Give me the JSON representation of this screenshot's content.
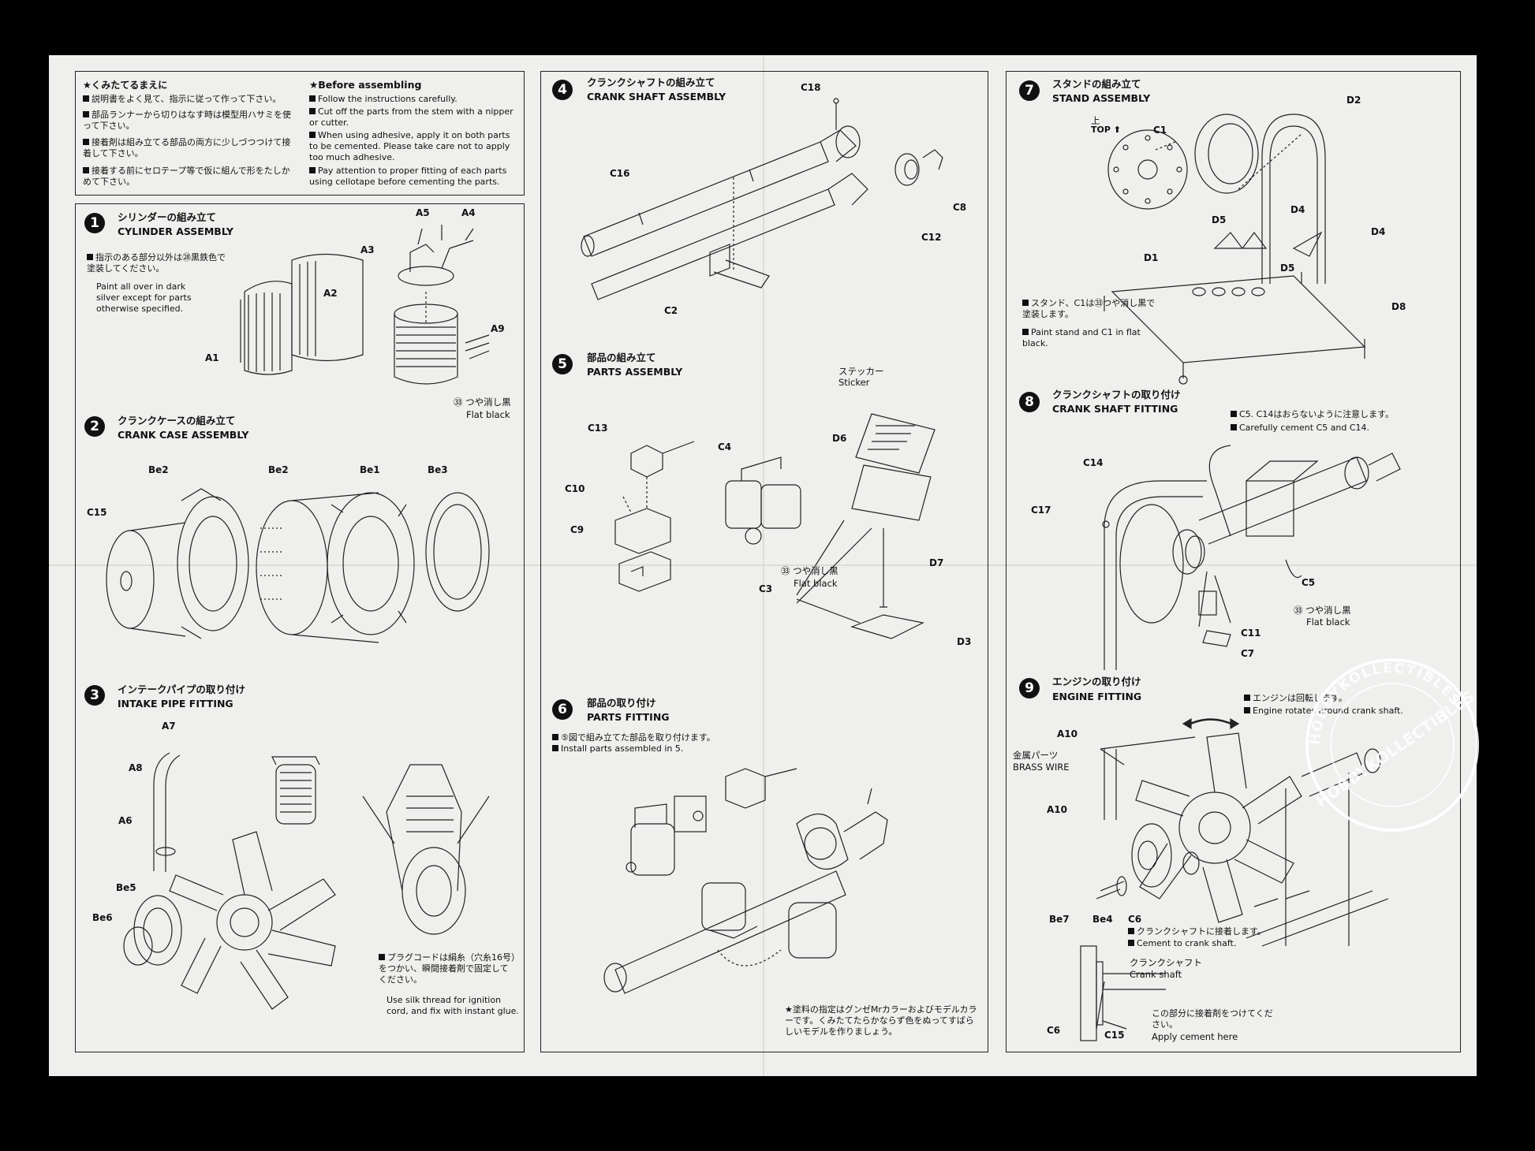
{
  "before_jp": {
    "title": "★くみたてるまえに",
    "items": [
      "説明書をよく見て、指示に従って作って下さい。",
      "部品ランナーから切りはなす時は模型用ハサミを使って下さい。",
      "接着剤は組み立てる部品の両方に少しづつつけて接着して下さい。",
      "接着する前にセロテープ等で仮に組んで形をたしかめて下さい。"
    ]
  },
  "before_en": {
    "title": "★Before assembling",
    "items": [
      "Follow the instructions carefully.",
      "Cut off the parts from the stem with a nipper or cutter.",
      "When using adhesive, apply it on both parts to be cemented. Please take care not to apply too much adhesive.",
      "Pay attention to proper fitting of each parts using cellotape before cementing the parts."
    ]
  },
  "steps": {
    "s1": {
      "num": "1",
      "jp": "シリンダーの組み立て",
      "en": "CYLINDER ASSEMBLY",
      "note_jp": "指示のある部分以外は㉘黒鉄色で塗装してください。",
      "note_en": "Paint all over in dark silver except for parts otherwise specified.",
      "paint_jp": "㉝ つや消し黒",
      "paint_en": "Flat black",
      "labels": [
        "A5",
        "A4",
        "A3",
        "A2",
        "A1",
        "A9"
      ]
    },
    "s2": {
      "num": "2",
      "jp": "クランクケースの組み立て",
      "en": "CRANK CASE ASSEMBLY",
      "labels": [
        "Be2",
        "Be2",
        "Be1",
        "Be3",
        "C15"
      ]
    },
    "s3": {
      "num": "3",
      "jp": "インテークパイプの取り付け",
      "en": "INTAKE PIPE FITTING",
      "labels": [
        "A7",
        "A8",
        "A6",
        "Be5",
        "Be6"
      ],
      "note_jp": "プラグコードは絹糸（穴糸16号）をつかい、瞬間接着剤で固定してください。",
      "note_en": "Use silk thread for ignition cord, and fix with instant glue."
    },
    "s4": {
      "num": "4",
      "jp": "クランクシャフトの組み立て",
      "en": "CRANK SHAFT ASSEMBLY",
      "labels": [
        "C18",
        "C16",
        "C8",
        "C12",
        "C2"
      ]
    },
    "s5": {
      "num": "5",
      "jp": "部品の組み立て",
      "en": "PARTS ASSEMBLY",
      "labels": [
        "C13",
        "C4",
        "C10",
        "C9",
        "C3",
        "D6",
        "D7",
        "D3"
      ],
      "sticker_jp": "ステッカー",
      "sticker_en": "Sticker",
      "paint_jp": "㉝ つや消し黒",
      "paint_en": "Flat black"
    },
    "s6": {
      "num": "6",
      "jp": "部品の取り付け",
      "en": "PARTS FITTING",
      "note_jp": "⑤図で組み立てた部品を取り付けます。",
      "note_en": "Install parts assembled in 5.",
      "footer": "★塗料の指定はグンゼMrカラーおよびモデルカラーです。くみたてたらかならず色をぬってすばらしいモデルを作りましょう。"
    },
    "s7": {
      "num": "7",
      "jp": "スタンドの組み立て",
      "en": "STAND ASSEMBLY",
      "top_jp": "上",
      "top_en": "TOP ⬆",
      "labels": [
        "D2",
        "C1",
        "D4",
        "D5",
        "D4",
        "D1",
        "D5",
        "D8"
      ],
      "note_jp": "スタンド、C1は㉝つや消し黒で塗装します。",
      "note_en": "Paint stand and C1 in flat black."
    },
    "s8": {
      "num": "8",
      "jp": "クランクシャフトの取り付け",
      "en": "CRANK SHAFT FITTING",
      "note_jp": "C5. C14はおらないように注意します。",
      "note_en": "Carefully cement C5 and C14.",
      "labels": [
        "C14",
        "C17",
        "C5",
        "C11",
        "C7"
      ],
      "paint_jp": "㉝ つや消し黒",
      "paint_en": "Flat black"
    },
    "s9": {
      "num": "9",
      "jp": "エンジンの取り付け",
      "en": "ENGINE FITTING",
      "note_jp": "エンジンは回転します。",
      "note_en": "Engine rotates around crank shaft.",
      "labels": [
        "A10",
        "A10",
        "Be7",
        "Be4",
        "C6",
        "C6",
        "C15"
      ],
      "wire_jp": "金属パーツ",
      "wire_en": "BRASS WIRE",
      "cement_jp": "クランクシャフトに接着します。",
      "cement_en": "Cement to crank shaft.",
      "crank_jp": "クランクシャフト",
      "crank_en": "Crank shaft",
      "apply_jp": "この部分に接着剤をつけてください。",
      "apply_en": "Apply cement here"
    }
  },
  "watermark": "HOBBYKOLLECTIBLES"
}
